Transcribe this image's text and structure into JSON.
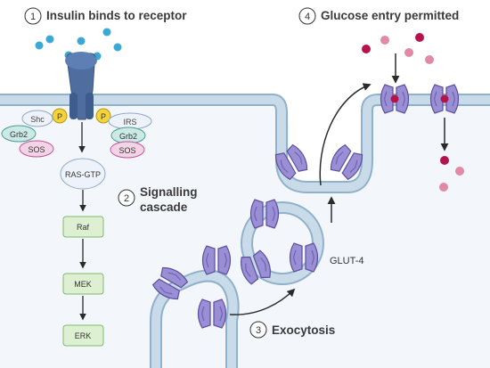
{
  "steps": [
    {
      "number": "1",
      "label": "Insulin binds to receptor"
    },
    {
      "number": "2",
      "label_line1": "Signalling",
      "label_line2": "cascade"
    },
    {
      "number": "3",
      "label": "Exocytosis"
    },
    {
      "number": "4",
      "label": "Glucose entry permitted"
    }
  ],
  "adaptors": {
    "shc": "Shc",
    "grb2_left": "Grb2",
    "sos_left": "SOS",
    "irs": "IRS",
    "grb2_right": "Grb2",
    "sos_right": "SOS",
    "phospho": "P"
  },
  "cascade": {
    "ras": "RAS-GTP",
    "raf": "Raf",
    "mek": "MEK",
    "erk": "ERK"
  },
  "transporter_label": "GLUT-4",
  "colors": {
    "membrane_fill": "#c9dbe9",
    "membrane_edge": "#8fb1cc",
    "cell_bg": "#f3f7fb",
    "insulin": "#3aa9d6",
    "receptor": "#4f6e9f",
    "phospho": "#f5d33a",
    "glut4": "#9a8fd4",
    "glucose": "#b5134b",
    "cascade_box": "#def0d2",
    "cascade_edge": "#7fb86d",
    "sos_fill": "#f3d3e6",
    "sos_edge": "#c2579a"
  }
}
